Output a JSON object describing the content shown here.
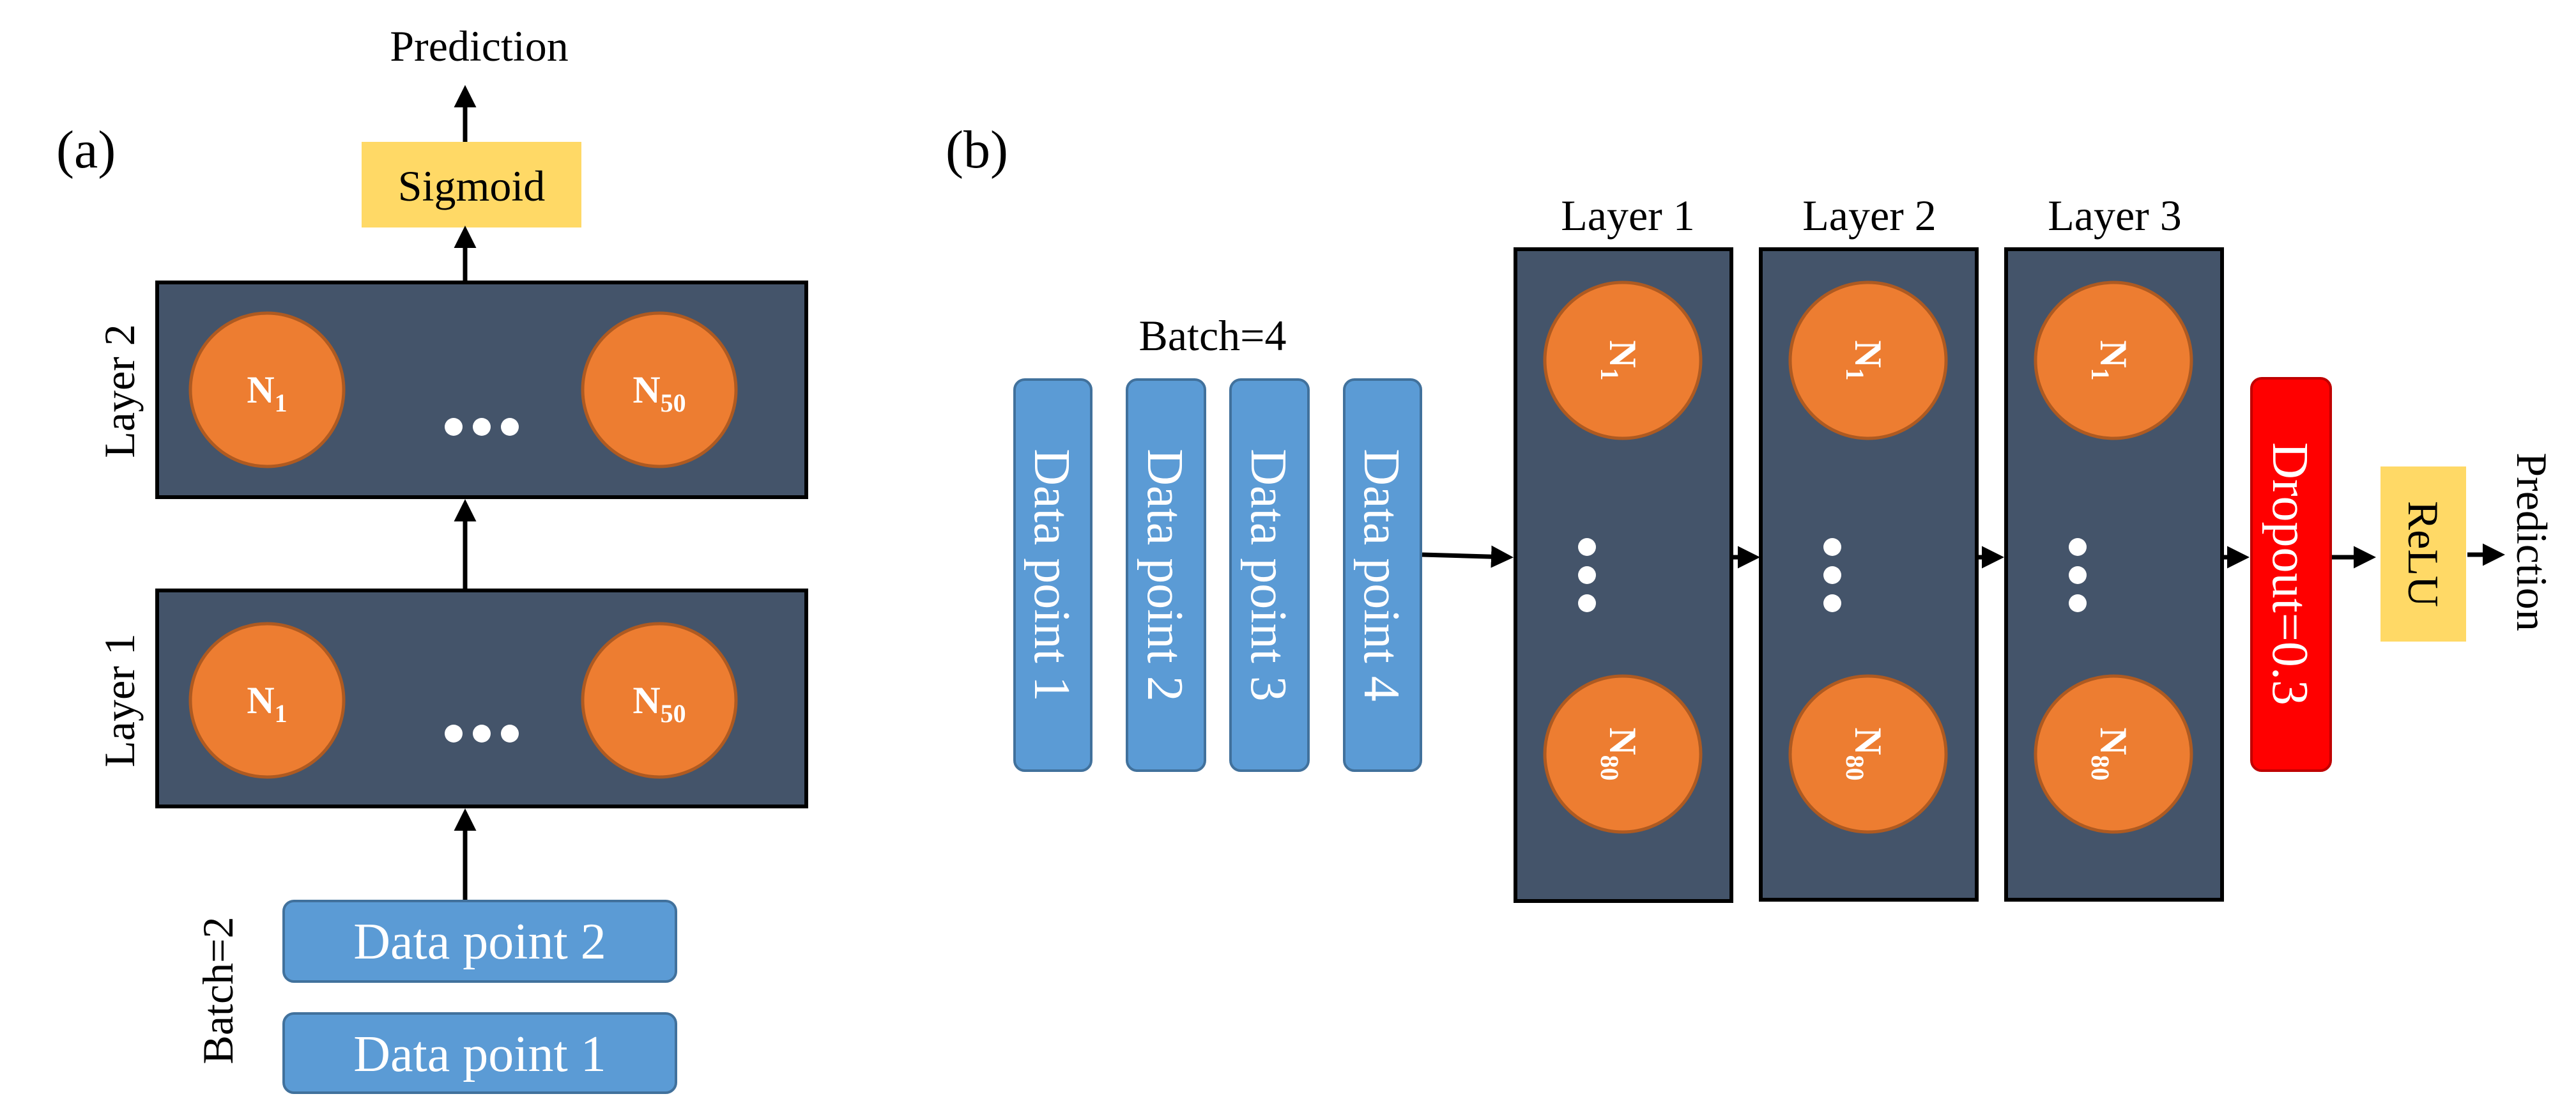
{
  "panel_a": {
    "label": "(a)",
    "output_label": "Prediction",
    "activation": "Sigmoid",
    "layer2_label": "Layer 2",
    "layer1_label": "Layer 1",
    "neuron_first": {
      "main": "N",
      "sub": "1"
    },
    "neuron_last": {
      "main": "N",
      "sub": "50"
    },
    "batch_label": "Batch=2",
    "data_points": [
      "Data point 2",
      "Data point 1"
    ]
  },
  "panel_b": {
    "label": "(b)",
    "batch_label": "Batch=4",
    "data_points": [
      "Data point 1",
      "Data point 2",
      "Data point 3",
      "Data point 4"
    ],
    "layers": [
      "Layer 1",
      "Layer 2",
      "Layer 3"
    ],
    "neuron_first": {
      "main": "N",
      "sub": "1"
    },
    "neuron_last": {
      "main": "N",
      "sub": "80"
    },
    "dropout": "Dropout=0.3",
    "activation": "ReLU",
    "output_label": "Prediction"
  }
}
